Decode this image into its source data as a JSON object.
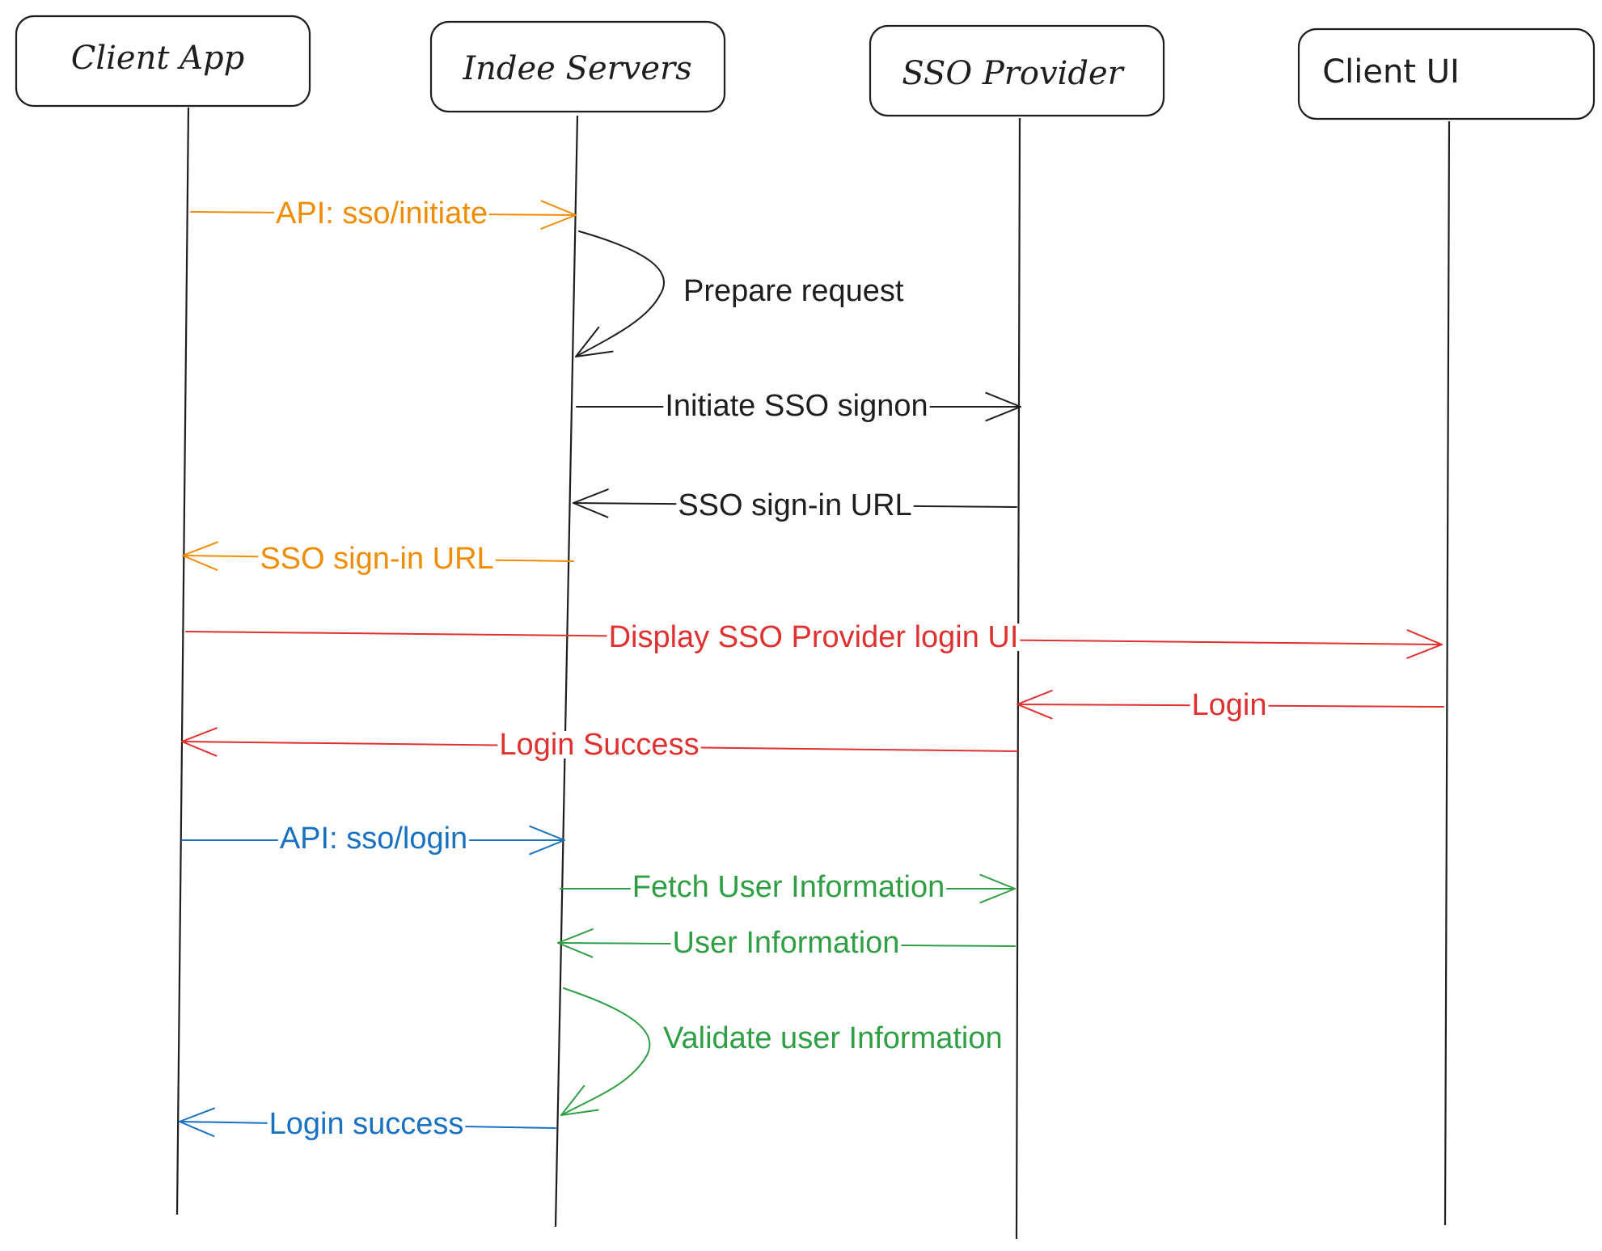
{
  "actors": [
    {
      "id": "client-app",
      "label": "Client App",
      "style": "hand"
    },
    {
      "id": "indee-servers",
      "label": "Indee Servers",
      "style": "hand"
    },
    {
      "id": "sso-provider",
      "label": "SSO Provider",
      "style": "hand"
    },
    {
      "id": "client-ui",
      "label": "Client UI",
      "style": "plain"
    }
  ],
  "colors": {
    "orange": "#f08c00",
    "black": "#1e1e1e",
    "red": "#e03131",
    "blue": "#1971c2",
    "green": "#2f9e44"
  },
  "messages": [
    {
      "from": "client-app",
      "to": "indee-servers",
      "label": "API: sso/initiate",
      "color": "orange"
    },
    {
      "from": "indee-servers",
      "to": "indee-servers",
      "label": "Prepare request",
      "color": "black",
      "self": true
    },
    {
      "from": "indee-servers",
      "to": "sso-provider",
      "label": "Initiate SSO signon",
      "color": "black"
    },
    {
      "from": "sso-provider",
      "to": "indee-servers",
      "label": "SSO sign-in URL",
      "color": "black"
    },
    {
      "from": "indee-servers",
      "to": "client-app",
      "label": "SSO sign-in URL",
      "color": "orange"
    },
    {
      "from": "client-app",
      "to": "client-ui",
      "label": "Display SSO Provider login UI",
      "color": "red"
    },
    {
      "from": "client-ui",
      "to": "sso-provider",
      "label": "Login",
      "color": "red"
    },
    {
      "from": "sso-provider",
      "to": "client-app",
      "label": "Login Success",
      "color": "red"
    },
    {
      "from": "client-app",
      "to": "indee-servers",
      "label": "API: sso/login",
      "color": "blue"
    },
    {
      "from": "indee-servers",
      "to": "sso-provider",
      "label": "Fetch User Information",
      "color": "green"
    },
    {
      "from": "sso-provider",
      "to": "indee-servers",
      "label": "User Information",
      "color": "green"
    },
    {
      "from": "indee-servers",
      "to": "indee-servers",
      "label": "Validate user Information",
      "color": "green",
      "self": true
    },
    {
      "from": "indee-servers",
      "to": "client-app",
      "label": "Login success",
      "color": "blue"
    }
  ]
}
